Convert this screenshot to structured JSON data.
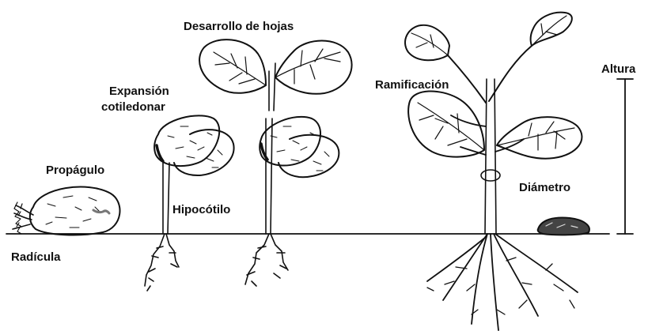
{
  "labels": {
    "radicula": "Radícula",
    "propagulo": "Propágulo",
    "expansion_line1": "Expansión",
    "expansion_line2": "cotiledonar",
    "hipocotilo": "Hipocótilo",
    "desarrollo": "Desarrollo de hojas",
    "ramificacion": "Ramificación",
    "diametro": "Diámetro",
    "altura": "Altura"
  },
  "colors": {
    "ink": "#111111",
    "background": "#ffffff"
  }
}
